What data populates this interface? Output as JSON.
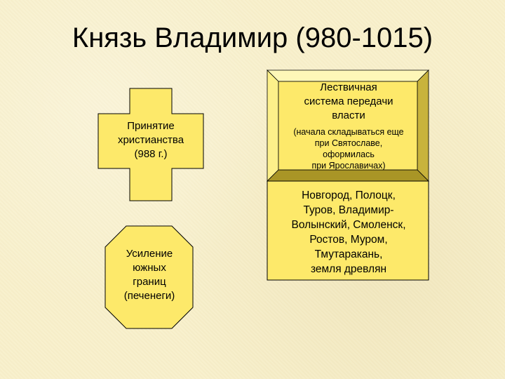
{
  "title": "Князь Владимир (980-1015)",
  "cross": {
    "text": "Принятие\nхристианства\n(988 г.)"
  },
  "octagon": {
    "text": "Усиление\nюжных\nграниц\n(печенеги)"
  },
  "succession": {
    "title": "Лествичная\nсистема передачи\nвласти",
    "subtitle": "(начала складываться еще\nпри Святославе,\nоформилась\nпри Ярославичах)"
  },
  "cities": {
    "text": "Новгород, Полоцк,\nТуров, Владимир-\nВолынский, Смоленск,\nРостов, Муром,\nТмутаракань,\nземля древлян"
  },
  "colors": {
    "fill": "#fde96a",
    "outline": "#000000",
    "background": "#f8f0cc"
  }
}
